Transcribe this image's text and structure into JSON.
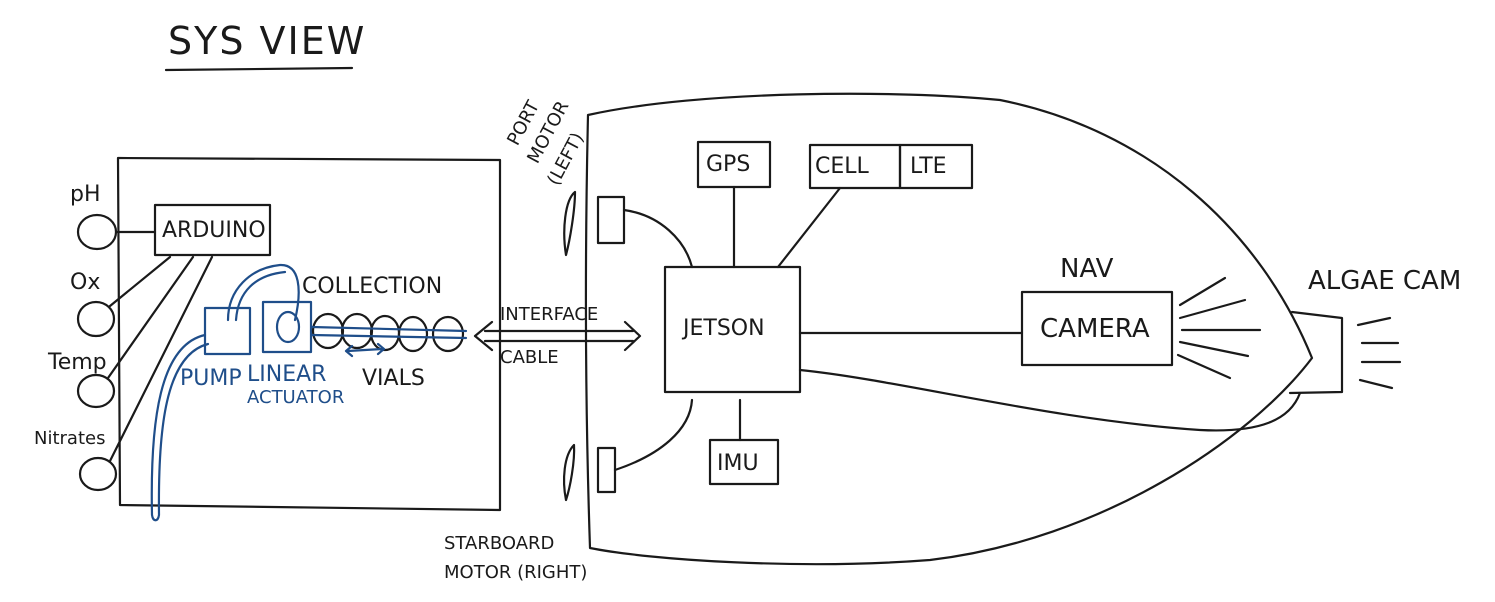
{
  "title": "SYS VIEW",
  "buoy_box": {
    "sensors": [
      "pH",
      "Ox",
      "Temp",
      "Nitrates"
    ],
    "controller": "ARDUINO",
    "collection": "COLLECTION",
    "pump": "PUMP",
    "linear_actuator_line1": "LINEAR",
    "linear_actuator_line2": "ACTUATOR",
    "vials": "VIALS"
  },
  "interface": {
    "line1": "INTERFACE",
    "line2": "CABLE"
  },
  "boat": {
    "port_motor_line1": "PORT",
    "port_motor_line2": "MOTOR",
    "port_motor_line3": "(LEFT)",
    "starboard_motor_line1": "STARBOARD",
    "starboard_motor_line2": "MOTOR (RIGHT)",
    "gps": "GPS",
    "cell": "CELL",
    "lte": "LTE",
    "jetson": "JETSON",
    "imu": "IMU",
    "nav": "NAV",
    "camera": "CAMERA",
    "algae_cam": "ALGAE CAM"
  },
  "colors": {
    "ink": "#1a1a1a",
    "blue_ink": "#1f4e8a"
  }
}
